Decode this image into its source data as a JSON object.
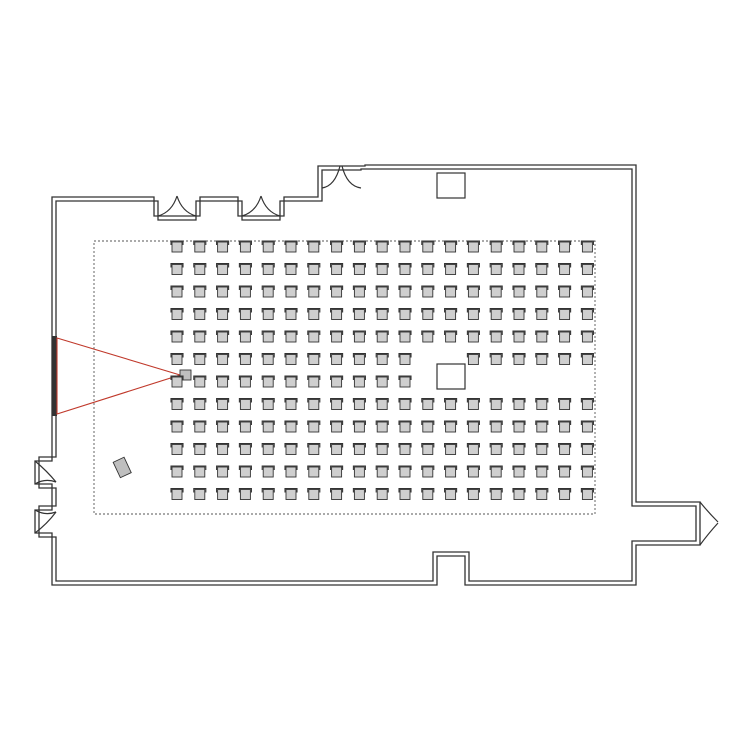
{
  "floor_plan": {
    "layout_style": "theatre",
    "seating": {
      "rows": 12,
      "columns": 19,
      "omitted_seats": [
        {
          "row": 6,
          "columns": [
            12,
            13
          ]
        },
        {
          "row": 7,
          "columns": [
            12,
            13,
            14,
            15,
            16,
            17,
            18,
            19
          ]
        }
      ]
    },
    "interior_columns": 1,
    "wall_niches": 2,
    "projector": {
      "present": true,
      "beam_color": "#c0392b"
    },
    "screen": {
      "wall": "left"
    },
    "doors": [
      {
        "wall": "top",
        "type": "double"
      },
      {
        "wall": "top",
        "type": "double"
      },
      {
        "wall": "top",
        "type": "double"
      },
      {
        "wall": "left",
        "type": "double"
      },
      {
        "wall": "right",
        "type": "double"
      }
    ],
    "colors": {
      "wall": "#333333",
      "chair_fill": "#cfcfcf",
      "equipment_fill": "#bfbfbf",
      "boundary": "#555555"
    }
  }
}
